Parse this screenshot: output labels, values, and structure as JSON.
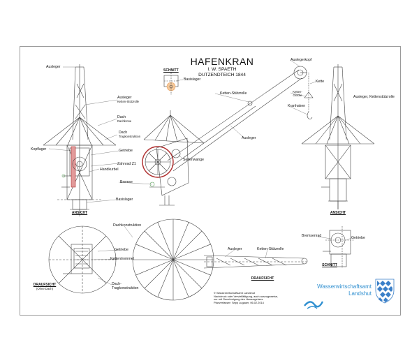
{
  "header": {
    "title": "HAFENKRAN",
    "subtitle_line1": "I. W. SPAETH",
    "subtitle_line2": "DUTZENDTEICH 1844"
  },
  "labels": {
    "schnitt_top": "SCHNITT",
    "basislager_top": "Basislager",
    "ausleger_left": "Ausleger",
    "ausleger_kettenstuetzrolle_left": "Ausleger",
    "kettenstuetzrolle_left": "Ketten-Stützrolle",
    "dach": "Dach",
    "dachkrone": "Dachkrone",
    "dach2": "Dach",
    "tragkonstruktion": "Tragkonstruktion",
    "getriebe_mid": "Getriebe",
    "kopflager": "Kopflager",
    "zahnrad": "Zahnrad Z1",
    "handkurbel": "Handkurbel",
    "bremse": "Bremse",
    "basislager_mid": "Basislager",
    "ansicht_left": "ANSICHT",
    "seitenwange": "Seitenwange",
    "ausleger_mid": "Ausleger",
    "ketten_stuetzrolle_mid": "Ketten-Stützrolle",
    "auslegerkopf": "Auslegerkopf",
    "kette": "Kette",
    "ketten_glocke": "Ketten-Glocke",
    "kranhaken": "Kranhaken",
    "ausleger_kettenstuetzrolle_right": "Ausleger, Kettenstützrolle",
    "ansicht_right": "ANSICHT",
    "dachkonstruktion": "Dachkonstruktion",
    "getriebe_plan": "Getriebe",
    "kettentrommel": "Kettentrommel",
    "dach_tragkonstruktion_1": "Dach-",
    "dach_tragkonstruktion_2": "Tragkonstruktion",
    "draufsicht_left": "DRAUFSICHT",
    "ohne_dach": "(Ohne Dach)",
    "ausleger_plan": "Ausleger",
    "ketten_stuetzrolle_plan": "Ketten-Stützrolle",
    "draufsicht_mid": "DRAUFSICHT",
    "bremsenrad": "Bremsenrad",
    "getriebe_right": "Getriebe",
    "schnitt_right": "SCHNITT"
  },
  "footer": {
    "copyright_lines": [
      "© Wasserwirtschaftsamt Landshut",
      "Nachdruck oder Vervielfältigung, auch auszugsweise,",
      "nur mit Genehmigung des Herausgebers.",
      "Planverfasser: Sepp Lugauer, 06.02.2014"
    ],
    "authority_line1": "Wasserwirtschaftsamt",
    "authority_line2": "Landshut"
  },
  "colors": {
    "line": "#444444",
    "frame": "#9a9a9a",
    "wheel_red": "#b03030",
    "accent_pink": "#e29a9a",
    "accent_orange": "#e8a060",
    "accent_green": "#5aa05a",
    "logo_blue": "#2f8fd0",
    "bavaria_blue": "#3a7fc8"
  },
  "icons": {
    "logo": "wwa-wave-logo-icon",
    "crest": "bavarian-coat-of-arms-icon"
  }
}
